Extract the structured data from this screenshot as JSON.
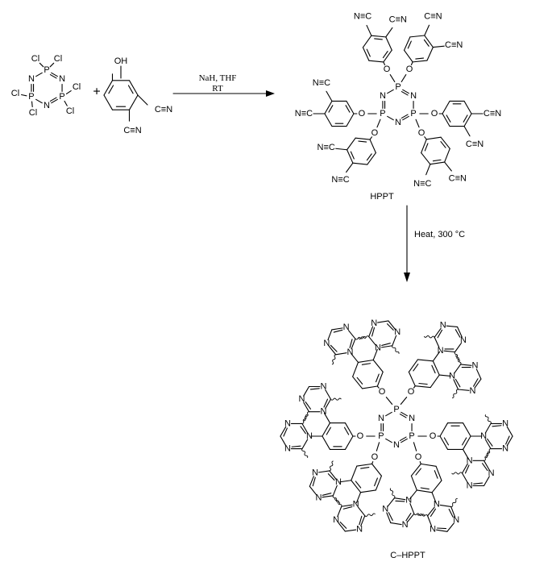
{
  "reaction_conditions": {
    "line1": "NaH, THF",
    "line2": "RT"
  },
  "heat_condition": "Heat, 300 °C",
  "compounds": {
    "intermediate_label": "HPPT",
    "product_label": "C–HPPT",
    "plus_sign": "+"
  },
  "atoms": {
    "P": "P",
    "N": "N",
    "O": "O",
    "Cl": "Cl",
    "OH": "OH",
    "CN": "C≡N",
    "NC": "N≡C"
  },
  "colors": {
    "ink": "#000000",
    "background": "#ffffff"
  }
}
